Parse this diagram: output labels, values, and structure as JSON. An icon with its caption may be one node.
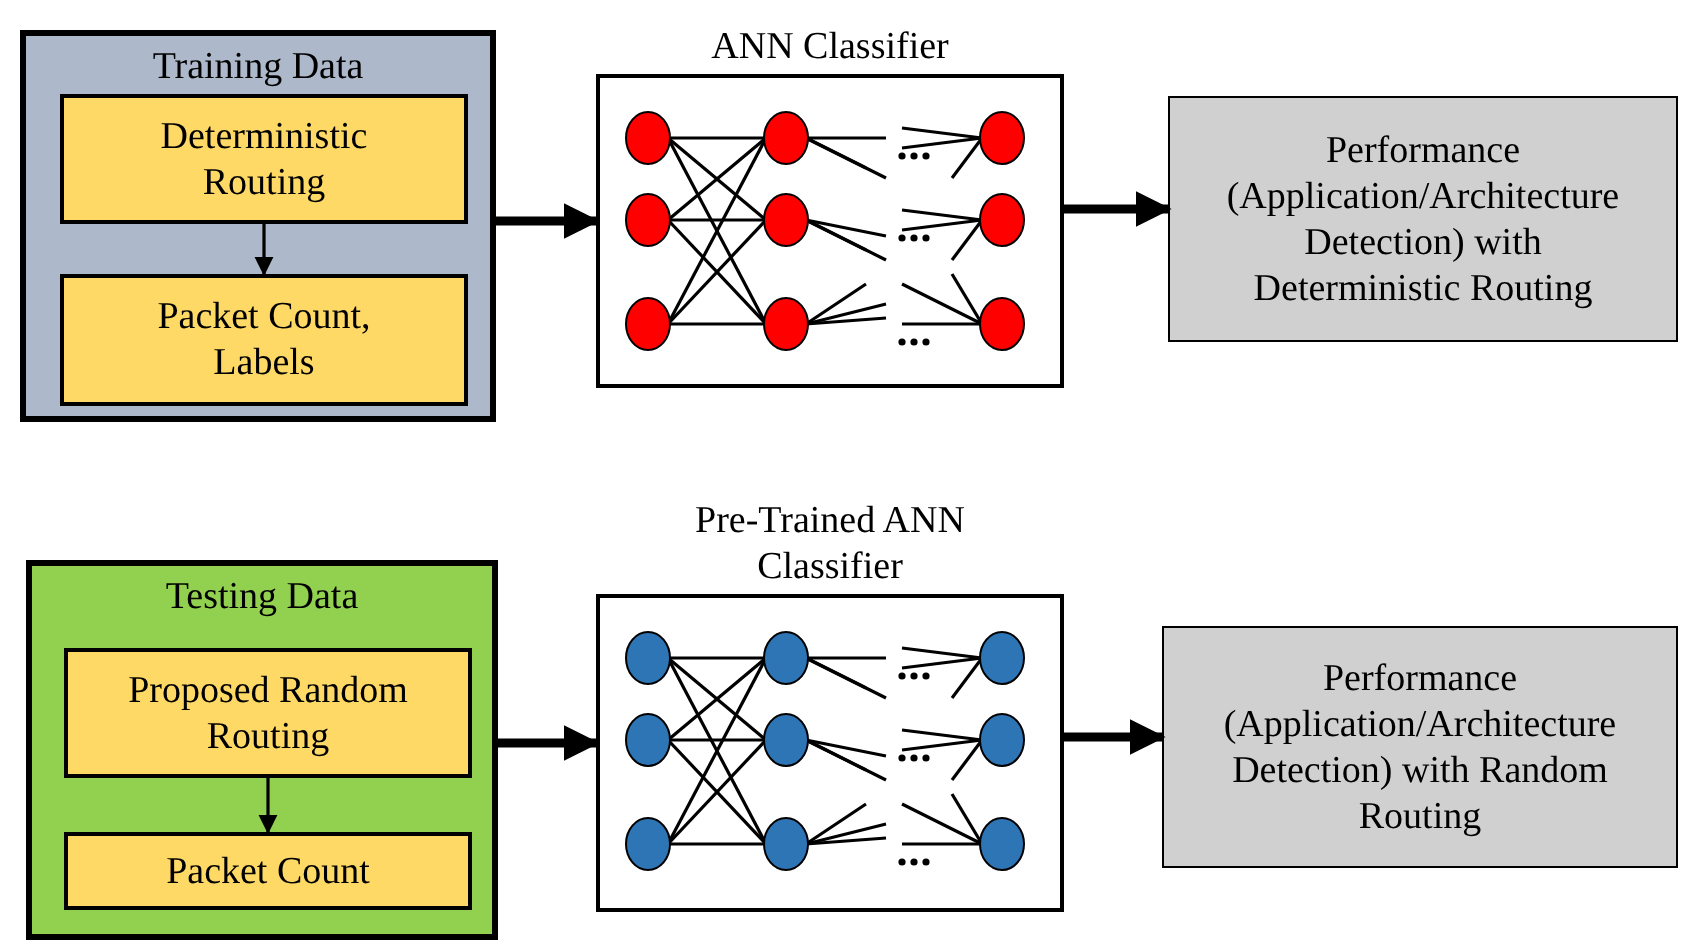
{
  "diagram": {
    "nodes": [
      {
        "text": [
          "Training Data"
        ]
      },
      {
        "text": [
          "Deterministic Routing"
        ],
        "in": 0
      },
      {
        "text": [
          "Packet Count, Labels"
        ],
        "in": 0
      },
      {
        "text": [
          "ANN Classifier"
        ]
      },
      {
        "text": [
          "Performance (Application/Architecture Detection) with Deterministic Routing"
        ]
      },
      {
        "text": [
          "Testing Data"
        ]
      },
      {
        "text": [
          "Proposed Random Routing"
        ],
        "in": 5
      },
      {
        "text": [
          "Packet Count"
        ],
        "in": 5
      },
      {
        "text": [
          "Pre-Trained ANN Classifier"
        ]
      },
      {
        "text": [
          "Performance (Application/Architecture Detection) with Random Routing"
        ]
      }
    ],
    "edges": [
      {
        "from": 1,
        "to": 2,
        "arrow": "to"
      },
      {
        "from": 0,
        "to": 3,
        "arrow": "to"
      },
      {
        "from": 3,
        "to": 4,
        "arrow": "to"
      },
      {
        "from": 6,
        "to": 7,
        "arrow": "to"
      },
      {
        "from": 5,
        "to": 8,
        "arrow": "to"
      },
      {
        "from": 8,
        "to": 9,
        "arrow": "to"
      }
    ]
  }
}
